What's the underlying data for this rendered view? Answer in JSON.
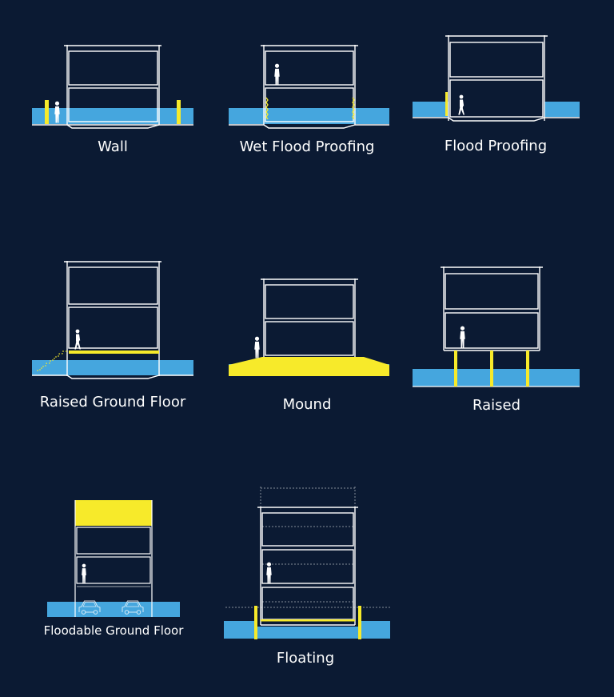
{
  "colors": {
    "background": "#0b1a33",
    "water": "#45a6de",
    "accent": "#f7ea2a",
    "line": "#ffffff"
  },
  "icons": {
    "person": "person-icon",
    "car": "car-icon"
  },
  "labels": {
    "wall": "Wall",
    "wet_flood_proofing": "Wet Flood Proofing",
    "flood_proofing": "Flood Proofing",
    "raised_ground_floor": "Raised Ground Floor",
    "mound": "Mound",
    "raised": "Raised",
    "floodable_ground_floor": "Floodable Ground Floor",
    "floating": "Floating"
  }
}
